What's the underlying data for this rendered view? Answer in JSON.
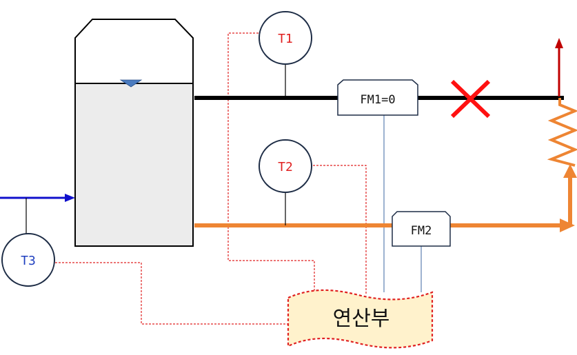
{
  "sensors": {
    "t1": {
      "label": "T1",
      "color": "#e02020"
    },
    "t2": {
      "label": "T2",
      "color": "#e02020"
    },
    "t3": {
      "label": "T3",
      "color": "#1f3fbf"
    }
  },
  "meters": {
    "fm1": {
      "label": "FM1=0"
    },
    "fm2": {
      "label": "FM2"
    }
  },
  "calc_unit": {
    "label": "연산부",
    "fill": "#fff2cc",
    "border": "#e02020"
  },
  "colors": {
    "upper_line": "#000000",
    "lower_line": "#ee8533",
    "inlet_line": "#1010cc",
    "stop_mark": "#ff1111",
    "outlet_arrow": "#c00000",
    "signal_line": "#e02020",
    "meter_line": "#5b7fb0",
    "tank_fill": "#ececec"
  },
  "icons": {
    "stop_mark": "cross-mark-icon",
    "liquid_level": "liquid-level-triangle-icon",
    "heat_exchanger": "zigzag-coil-icon"
  }
}
